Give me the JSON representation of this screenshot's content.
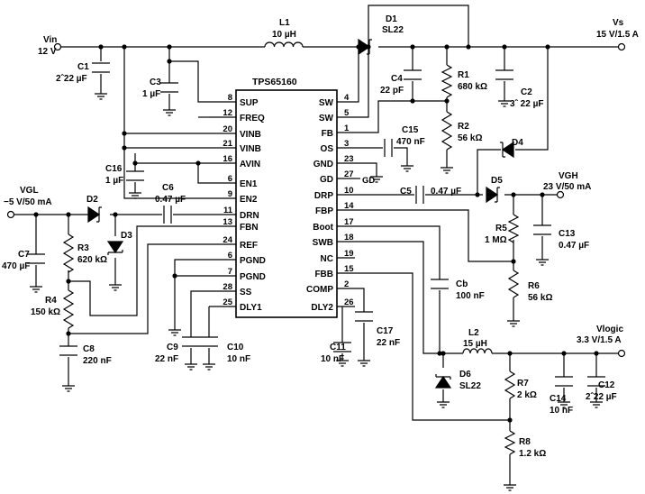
{
  "chip": {
    "name": "TPS65160",
    "left_pins": [
      {
        "num": "8",
        "name": "SUP"
      },
      {
        "num": "12",
        "name": "FREQ"
      },
      {
        "num": "20",
        "name": "VINB"
      },
      {
        "num": "21",
        "name": "VINB"
      },
      {
        "num": "16",
        "name": "AVIN"
      },
      {
        "num": "6",
        "name": "EN1"
      },
      {
        "num": "9",
        "name": "EN2"
      },
      {
        "num": "11",
        "name": "DRN"
      },
      {
        "num": "13",
        "name": "FBN"
      },
      {
        "num": "24",
        "name": "REF"
      },
      {
        "num": "6",
        "name": "PGND"
      },
      {
        "num": "7",
        "name": "PGND"
      },
      {
        "num": "28",
        "name": "SS"
      },
      {
        "num": "25",
        "name": "DLY1"
      }
    ],
    "right_pins": [
      {
        "num": "4",
        "name": "SW"
      },
      {
        "num": "5",
        "name": "SW"
      },
      {
        "num": "1",
        "name": "FB"
      },
      {
        "num": "3",
        "name": "OS"
      },
      {
        "num": "23",
        "name": "GND"
      },
      {
        "num": "27",
        "name": "GD"
      },
      {
        "num": "10",
        "name": "DRP"
      },
      {
        "num": "14",
        "name": "FBP"
      },
      {
        "num": "17",
        "name": "Boot"
      },
      {
        "num": "18",
        "name": "SWB"
      },
      {
        "num": "19",
        "name": "NC"
      },
      {
        "num": "15",
        "name": "FBB"
      },
      {
        "num": "2",
        "name": "COMP"
      },
      {
        "num": "26",
        "name": "DLY2"
      }
    ]
  },
  "ports": {
    "vin": {
      "name": "Vin",
      "value": "12 V"
    },
    "vs": {
      "name": "Vs",
      "value": "15 V/1.5 A"
    },
    "vgl": {
      "name": "VGL",
      "value": "−5 V/50 mA"
    },
    "vgh": {
      "name": "VGH",
      "value": "23 V/50 mA"
    },
    "vlogic": {
      "name": "Vlogic",
      "value": "3.3 V/1.5 A"
    }
  },
  "gd_label": "GD",
  "components": {
    "L1": {
      "ref": "L1",
      "value": "10 µH"
    },
    "D1": {
      "ref": "D1",
      "value": "SL22"
    },
    "C1": {
      "ref": "C1",
      "value": "2ˆ22 µF"
    },
    "C2": {
      "ref": "C2",
      "value": "3ˆ 22 µF"
    },
    "C3": {
      "ref": "C3",
      "value": "1 µF"
    },
    "C4": {
      "ref": "C4",
      "value": "22 pF"
    },
    "R1": {
      "ref": "R1",
      "value": "680 kΩ"
    },
    "R2": {
      "ref": "R2",
      "value": "56 kΩ"
    },
    "C15": {
      "ref": "C15",
      "value": "470 nF"
    },
    "C16": {
      "ref": "C16",
      "value": "1 µF"
    },
    "D4": {
      "ref": "D4",
      "value": ""
    },
    "C6": {
      "ref": "C6",
      "value": "0.47 µF"
    },
    "D2": {
      "ref": "D2",
      "value": ""
    },
    "D3": {
      "ref": "D3",
      "value": ""
    },
    "C7": {
      "ref": "C7",
      "value": "470 µF"
    },
    "R3": {
      "ref": "R3",
      "value": "620 kΩ"
    },
    "R4": {
      "ref": "R4",
      "value": "150 kΩ"
    },
    "C8": {
      "ref": "C8",
      "value": "220 nF"
    },
    "C5": {
      "ref": "C5",
      "value": "0.47 µF"
    },
    "D5": {
      "ref": "D5",
      "value": ""
    },
    "R5": {
      "ref": "R5",
      "value": "1 MΩ"
    },
    "C13": {
      "ref": "C13",
      "value": "0.47 µF"
    },
    "R6": {
      "ref": "R6",
      "value": "56 kΩ"
    },
    "Cb": {
      "ref": "Cb",
      "value": "100 nF"
    },
    "C17": {
      "ref": "C17",
      "value": "22 nF"
    },
    "C9": {
      "ref": "C9",
      "value": "22 nF"
    },
    "C10": {
      "ref": "C10",
      "value": "10 nF"
    },
    "C11": {
      "ref": "C11",
      "value": "10 nF"
    },
    "L2": {
      "ref": "L2",
      "value": "15 µH"
    },
    "D6": {
      "ref": "D6",
      "value": "SL22"
    },
    "R7": {
      "ref": "R7",
      "value": "2 kΩ"
    },
    "C14": {
      "ref": "C14",
      "value": "10 nF"
    },
    "C12": {
      "ref": "C12",
      "value": "2ˆ22 µF"
    },
    "R8": {
      "ref": "R8",
      "value": "1.2 kΩ"
    }
  }
}
